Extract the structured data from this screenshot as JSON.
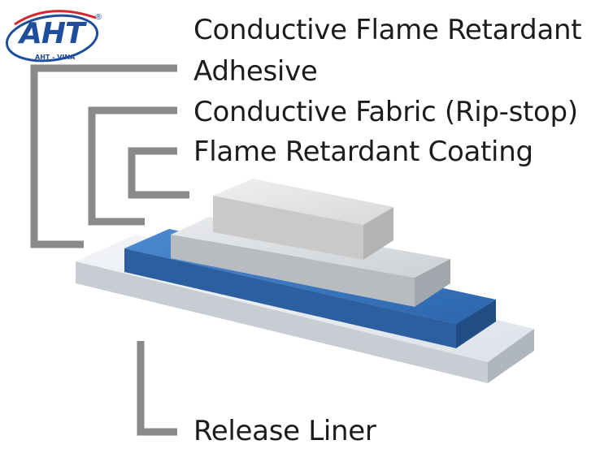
{
  "logo": {
    "wordmark": "AHT",
    "registered": "®",
    "tagline": "AHT - VINA"
  },
  "labels": {
    "top_layer": "Conductive Flame Retardant",
    "adhesive": "Adhesive",
    "fabric": "Conductive Fabric (Rip-stop)",
    "coating": "Flame Retardant Coating",
    "liner": "Release Liner"
  },
  "colors": {
    "text": "#1c1c1c",
    "bracket": "#8a8a8a",
    "logo_blue": "#1f4e9c",
    "logo_red": "#d7262d",
    "release_liner": "#e3e8ee",
    "adhesive_blue": "#2f6db8",
    "fabric_grey": "#cfd3d7",
    "coating_grey": "#e2e2e2"
  }
}
